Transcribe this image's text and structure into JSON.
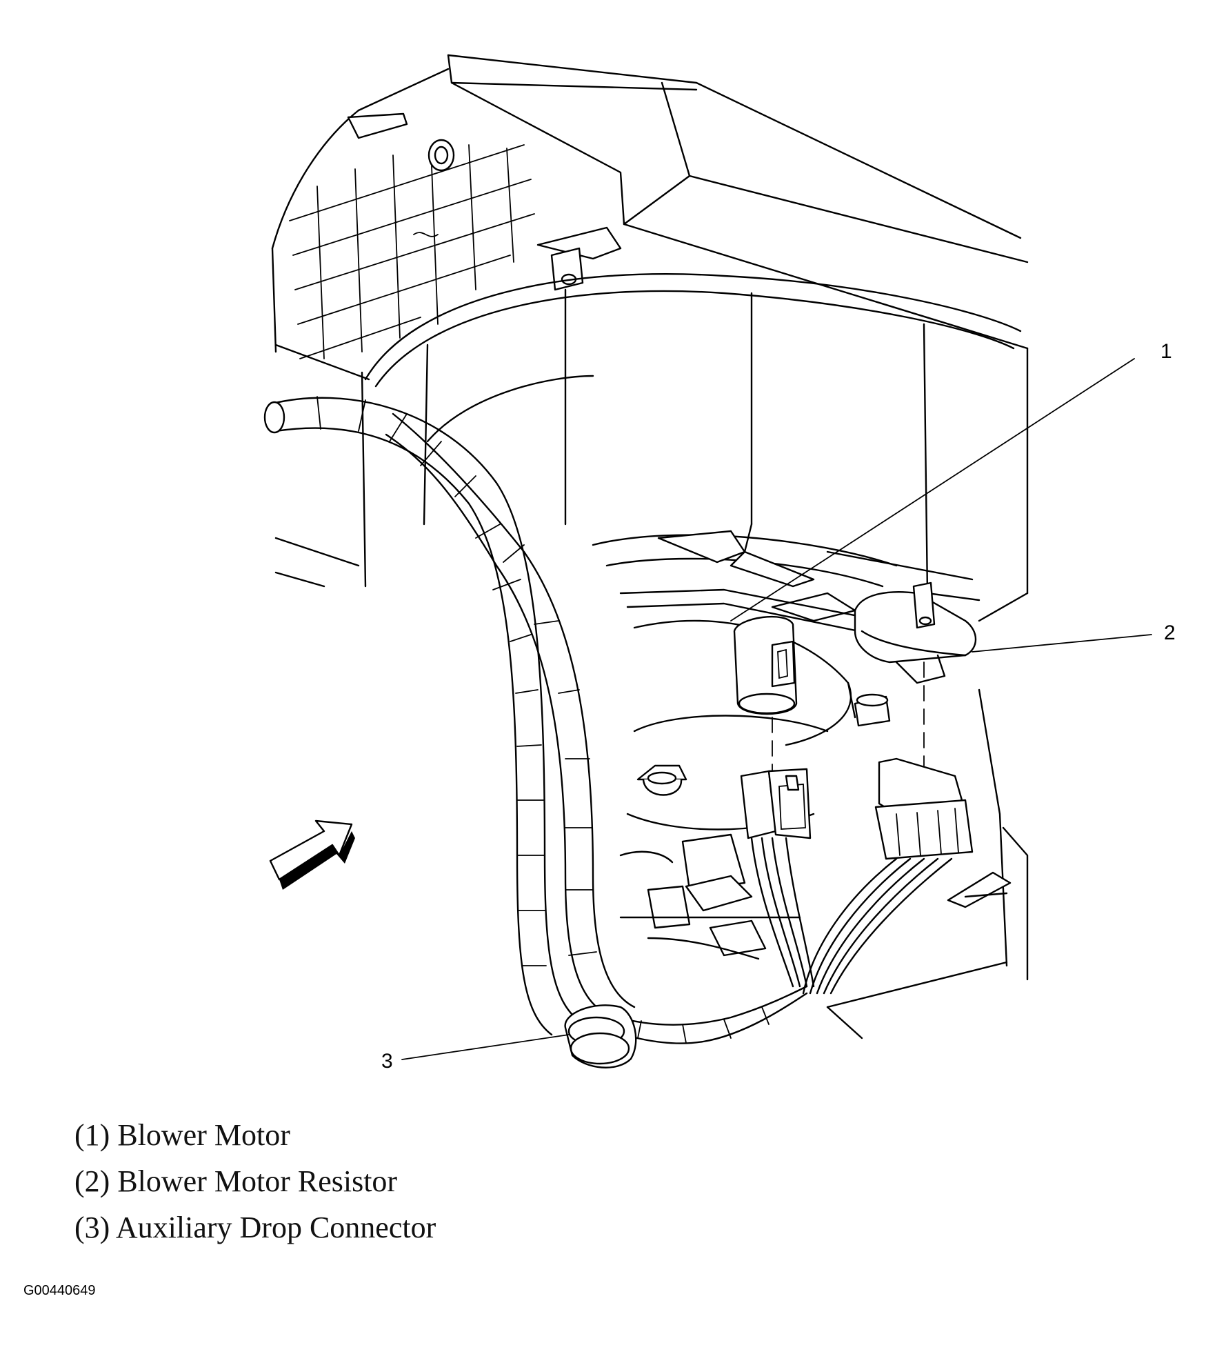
{
  "callouts": [
    {
      "number": "1"
    },
    {
      "number": "2"
    },
    {
      "number": "3"
    }
  ],
  "legend": [
    {
      "number": "(1)",
      "text": "Blower Motor"
    },
    {
      "number": "(2)",
      "text": "Blower Motor Resistor"
    },
    {
      "number": "(3)",
      "text": "Auxiliary Drop Connector"
    }
  ],
  "figure_id": "G00440649",
  "icons": [
    "direction-arrow-icon",
    "forward-arrow-icon"
  ]
}
